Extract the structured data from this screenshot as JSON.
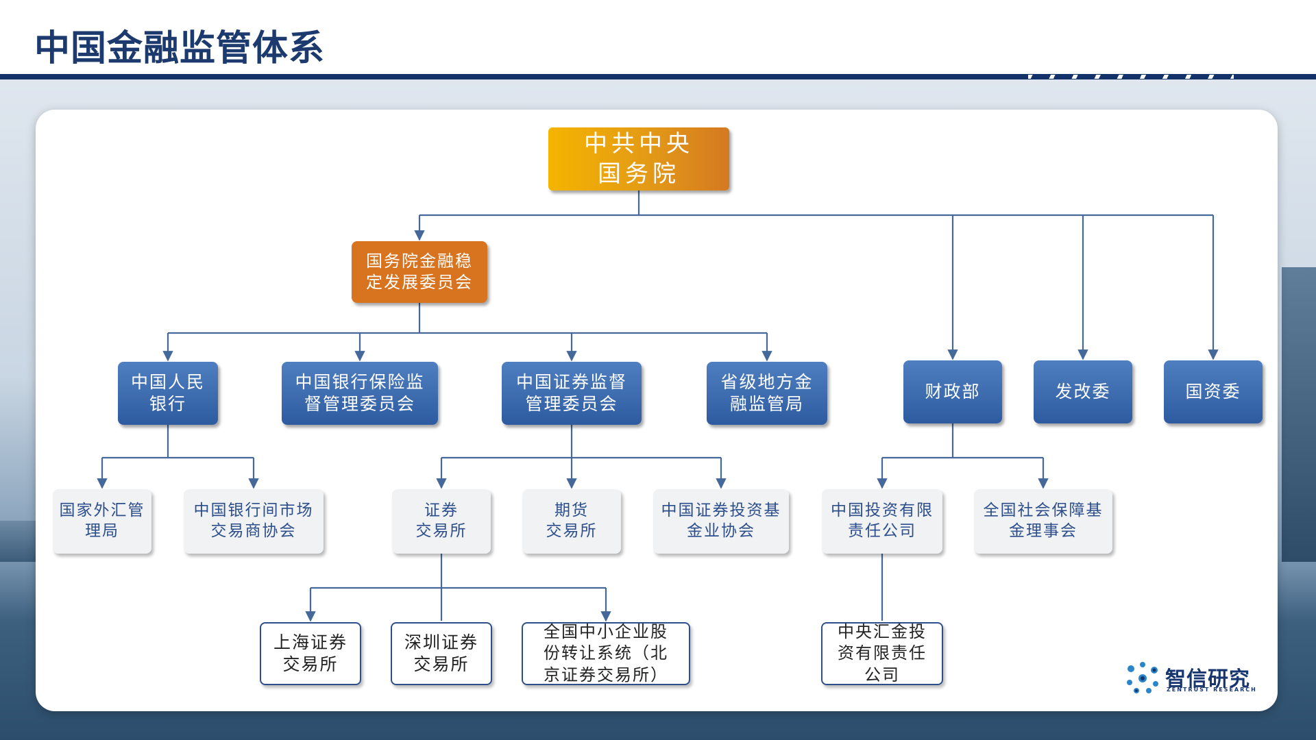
{
  "header": {
    "title": "中国金融监管体系"
  },
  "nodes": {
    "central": "中共中央\n国务院",
    "fsdc": "国务院金融稳\n定发展委员会",
    "pboc": "中国人民\n银行",
    "cbirc": "中国银行保险监\n督管理委员会",
    "csrc": "中国证券监督\n管理委员会",
    "local_fin": "省级地方金\n融监管局",
    "mof": "财政部",
    "ndrc": "发改委",
    "sasac": "国资委",
    "safe": "国家外汇管\n理局",
    "nafmii": "中国银行间市场\n交易商协会",
    "exchanges": "证券\n交易所",
    "futures": "期货\n交易所",
    "amac": "中国证券投资基\n金业协会",
    "cic": "中国投资有限\n责任公司",
    "ssf": "全国社会保障基\n金理事会",
    "sse": "上海证券\n交易所",
    "szse": "深圳证券\n交易所",
    "neeq": "全国中小企业股\n份转让系统（北\n京证券交易所）",
    "huijin": "中央汇金投\n资有限责任\n公司"
  },
  "logo": {
    "name": "智信研究",
    "subtitle": "ZENTRUST RESEARCH"
  },
  "colors": {
    "brand_navy": "#14326a",
    "blue_node": "#3a68ad",
    "orange_node": "#d8731f",
    "gold_node": "#f0a80c",
    "connector": "#44689a"
  }
}
